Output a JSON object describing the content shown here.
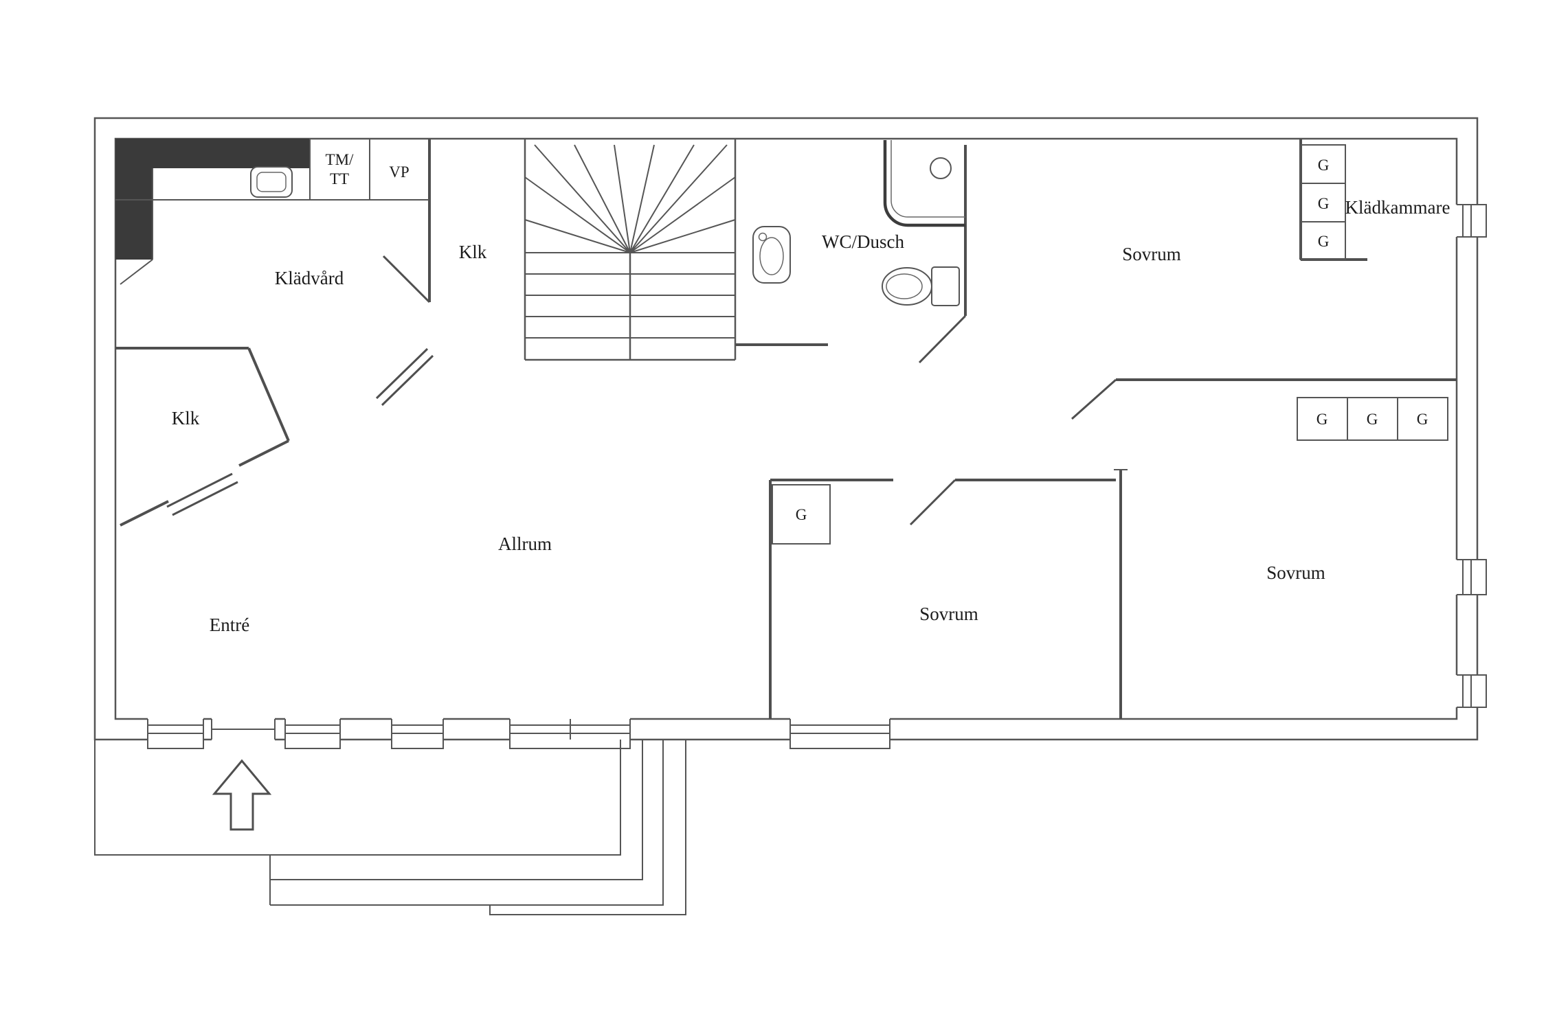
{
  "plan": {
    "rooms": {
      "kladvard": "Klädvård",
      "klk_upper": "Klk",
      "klk_lower": "Klk",
      "wc_dusch": "WC/Dusch",
      "sovrum_ne": "Sovrum",
      "sovrum_s": "Sovrum",
      "sovrum_se": "Sovrum",
      "kladkammare": "Klädkammare",
      "allrum": "Allrum",
      "entre": "Entré"
    },
    "closets": {
      "tm_tt_line1": "TM/",
      "tm_tt_line2": "TT",
      "vp": "VP",
      "wardrobe": "G"
    }
  }
}
